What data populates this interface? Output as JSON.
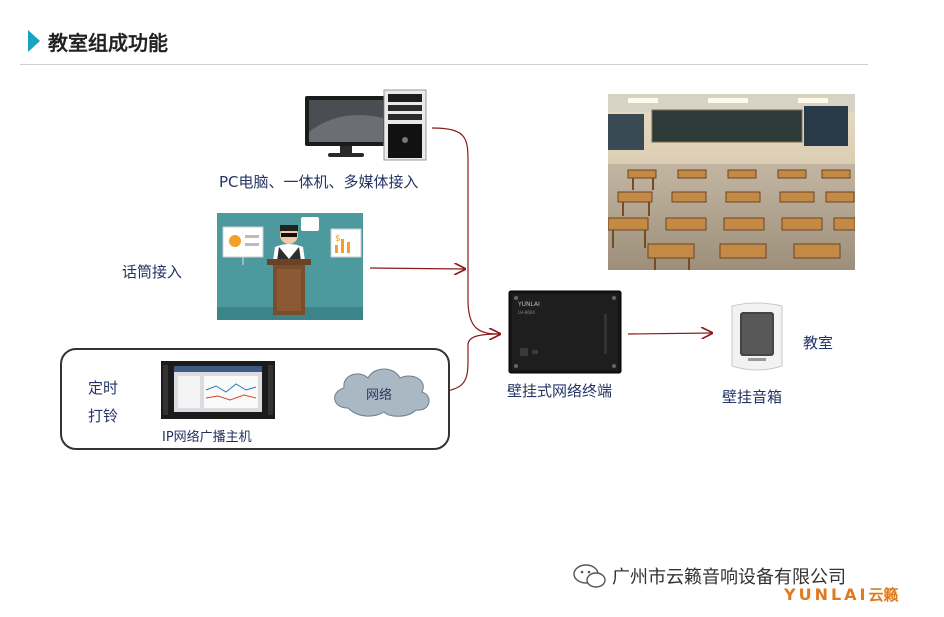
{
  "title": "教室组成功能",
  "labels": {
    "pc": "PC电脑、一体机、多媒体接入",
    "mic": "话筒接入",
    "timer_line1": "定时",
    "timer_line2": "打铃",
    "host": "IP网络广播主机",
    "network": "网络",
    "terminal": "壁挂式网络终端",
    "speaker": "壁挂音箱",
    "classroom": "教室"
  },
  "device_text": {
    "brand": "YUNLAI",
    "model": "LH-8604"
  },
  "watermark": {
    "company": "广州市云籁音响设备有限公司",
    "logo_latin": "YUNLAI",
    "logo_cn": "云籁"
  },
  "colors": {
    "accent": "#1aa3c0",
    "arrow": "#8b1a1a",
    "text": "#243466",
    "logo": "#e07a1c"
  }
}
